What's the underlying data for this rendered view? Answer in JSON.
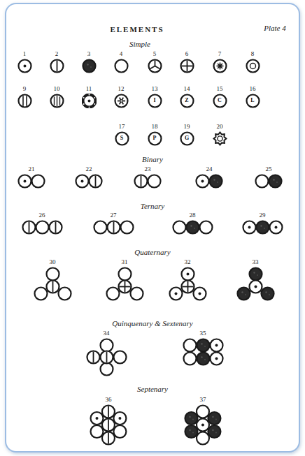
{
  "diagram": {
    "title": "ELEMENTS",
    "nodes": [
      {
        "text": [
          "1"
        ]
      },
      {
        "text": [
          "2"
        ]
      },
      {
        "text": [
          "3"
        ]
      },
      {
        "text": [
          "4"
        ]
      },
      {
        "text": [
          "5"
        ]
      },
      {
        "text": [
          "6"
        ]
      },
      {
        "text": [
          "7"
        ]
      },
      {
        "text": [
          "8"
        ]
      },
      {
        "text": [
          "9"
        ]
      },
      {
        "text": [
          "10"
        ]
      },
      {
        "text": [
          "11"
        ]
      },
      {
        "text": [
          "12"
        ]
      },
      {
        "text": [
          "13",
          "I"
        ]
      },
      {
        "text": [
          "14",
          "Z"
        ]
      },
      {
        "text": [
          "15",
          "C"
        ]
      },
      {
        "text": [
          "16",
          "L"
        ]
      },
      {
        "text": [
          "17",
          "S"
        ]
      },
      {
        "text": [
          "18",
          "P"
        ]
      },
      {
        "text": [
          "19",
          "G"
        ]
      },
      {
        "text": [
          "20"
        ]
      },
      {
        "text": [
          "21"
        ]
      },
      {
        "text": [
          "22"
        ]
      },
      {
        "text": [
          "23"
        ]
      },
      {
        "text": [
          "24"
        ]
      },
      {
        "text": [
          "25"
        ]
      },
      {
        "text": [
          "26"
        ]
      },
      {
        "text": [
          "27"
        ]
      },
      {
        "text": [
          "28"
        ]
      },
      {
        "text": [
          "29"
        ]
      },
      {
        "text": [
          "30"
        ]
      },
      {
        "text": [
          "31"
        ]
      },
      {
        "text": [
          "32"
        ]
      },
      {
        "text": [
          "33"
        ]
      },
      {
        "text": [
          "34"
        ]
      },
      {
        "text": [
          "35"
        ]
      },
      {
        "text": [
          "36"
        ]
      },
      {
        "text": [
          "37"
        ]
      }
    ],
    "labels": [
      "Plate 4",
      "Simple",
      "Binary",
      "Ternary",
      "Quaternary",
      "Quinquenary & Sextenary",
      "Septenary"
    ]
  }
}
